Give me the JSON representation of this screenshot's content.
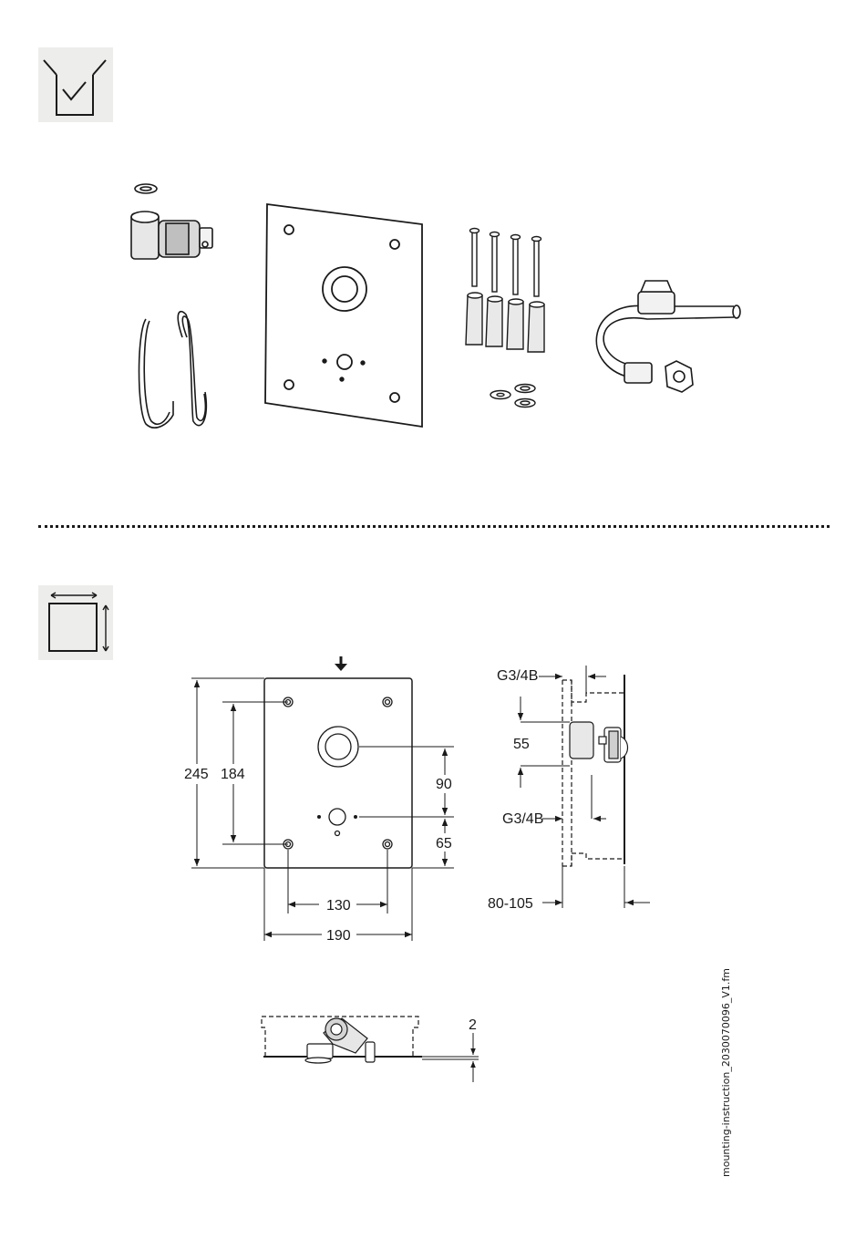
{
  "sections": {
    "contents": {
      "icon": "box-checkmark-icon"
    },
    "dimensions": {
      "icon": "dimensions-square-icon"
    }
  },
  "front_view": {
    "dimensions": {
      "total_height": "245",
      "hole_spacing_vertical": "184",
      "center_to_lower": "90",
      "lower_to_bottom_hole": "65",
      "hole_spacing_horizontal": "130",
      "total_width": "190"
    }
  },
  "side_view": {
    "labels": {
      "thread_top": "G3/4B",
      "connection_spacing": "55",
      "thread_bottom": "G3/4B",
      "depth_range": "80-105"
    }
  },
  "bottom_view": {
    "offset": "2"
  },
  "document_id": "mounting-instruction_2030070096_V1.fm"
}
